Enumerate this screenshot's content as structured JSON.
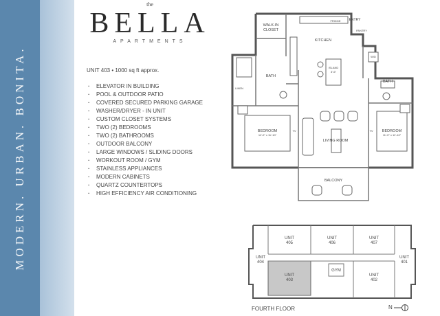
{
  "sidebar": {
    "tagline": "MODERN. URBAN. BONITA."
  },
  "logo": {
    "the": "the",
    "name": "BELLA",
    "subtitle": "APARTMENTS"
  },
  "unit": {
    "summary": "UNIT 403 • 1000 sq ft approx."
  },
  "features": [
    "ELEVATOR IN BUILDING",
    "POOL & OUTDOOR PATIO",
    "COVERED SECURED PARKING GARAGE",
    "WASHER/DRYER - IN UNIT",
    "CUSTOM CLOSET SYSTEMS",
    "TWO (2) BEDROOMS",
    "TWO (2) BATHROOMS",
    "OUTDOOR BALCONY",
    "LARGE WINDOWS / SLIDING DOORS",
    "WORKOUT ROOM / GYM",
    "STAINLESS APPLIANCES",
    "MODERN CABINETS",
    "QUARTZ COUNTERTOPS",
    "HIGH EFFICIENCY AIR CONDITIONING"
  ],
  "floorplan": {
    "walk_in_closet": [
      "WALK-IN",
      "CLOSET"
    ],
    "kitchen": "KITCHEN",
    "pantry": "PANTRY",
    "entry": "ENTRY",
    "fridge": "FRIDGE",
    "island": [
      "ISLAND",
      "3'-6\""
    ],
    "bath_left": "BATH",
    "bath_right": "BATH",
    "linen": "LINEN",
    "wd": "W/D",
    "bedroom_left": [
      "BEDROOM",
      "11'-0\" x 11'-10\""
    ],
    "bedroom_right": [
      "BEDROOM",
      "11'-0\" x 11'-10\""
    ],
    "living_room": "LIVING ROOM",
    "balcony": "BALCONY",
    "tv_left": "TV",
    "tv_right": "TV"
  },
  "keyplan": {
    "units": {
      "u405": [
        "UNIT",
        "405"
      ],
      "u406": [
        "UNIT",
        "406"
      ],
      "u407": [
        "UNIT",
        "407"
      ],
      "u404": [
        "UNIT",
        "404"
      ],
      "u401": [
        "UNIT",
        "401"
      ],
      "u403": [
        "UNIT",
        "403"
      ],
      "u402": [
        "UNIT",
        "402"
      ]
    },
    "gym": "GYM",
    "floor_label": "FOURTH FLOOR",
    "north": "N"
  },
  "colors": {
    "sidebar_blue": "#5b87ad",
    "highlight_gray": "#c8c8c8"
  }
}
